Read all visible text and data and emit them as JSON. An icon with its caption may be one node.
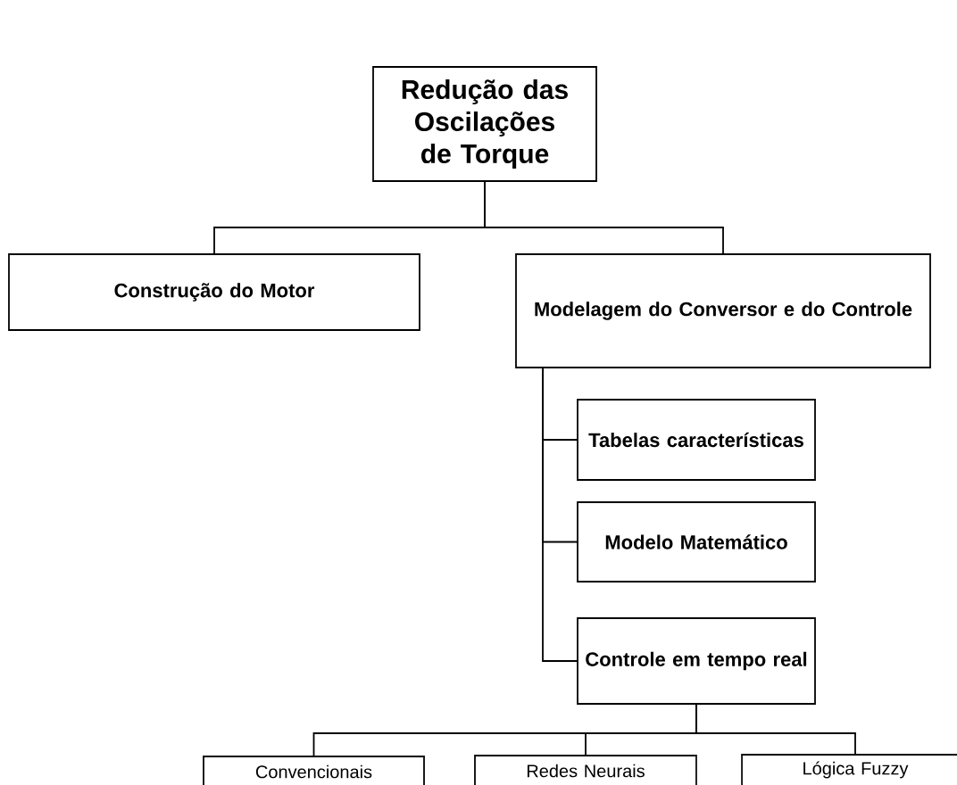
{
  "diagram": {
    "nodes": [
      {
        "text": [
          "Redução das Oscilações de Torque"
        ]
      },
      {
        "text": [
          "Construção do Motor"
        ]
      },
      {
        "text": [
          "Modelagem do Conversor e do Controle"
        ]
      },
      {
        "text": [
          "Tabelas características"
        ]
      },
      {
        "text": [
          "Modelo Matemático"
        ]
      },
      {
        "text": [
          "Controle em tempo real"
        ]
      },
      {
        "text": [
          "Convencionais"
        ]
      },
      {
        "text": [
          "Redes Neurais"
        ]
      },
      {
        "text": [
          "Lógica Fuzzy"
        ]
      }
    ],
    "edges": [
      {
        "from": 0,
        "to": 1,
        "arrow": "none"
      },
      {
        "from": 0,
        "to": 2,
        "arrow": "none"
      },
      {
        "from": 2,
        "to": 3,
        "arrow": "none"
      },
      {
        "from": 2,
        "to": 4,
        "arrow": "none"
      },
      {
        "from": 2,
        "to": 5,
        "arrow": "none"
      },
      {
        "from": 5,
        "to": 6,
        "arrow": "none"
      },
      {
        "from": 5,
        "to": 7,
        "arrow": "none"
      },
      {
        "from": 5,
        "to": 8,
        "arrow": "none"
      }
    ]
  }
}
